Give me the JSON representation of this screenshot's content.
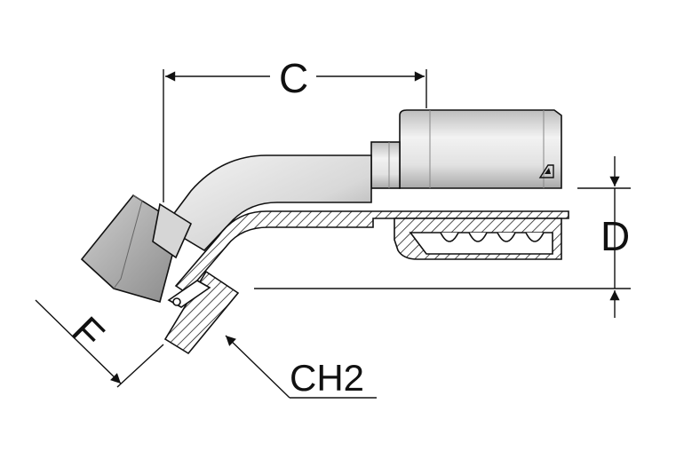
{
  "labels": {
    "c": "C",
    "d": "D",
    "f": "F",
    "ch2": "CH2"
  },
  "colors": {
    "line": "#111111",
    "metal_light": "#e6e6e6",
    "metal_mid": "#c4c4c4",
    "metal_dark": "#8c8c8c",
    "section_fill": "#ffffff",
    "hatch": "#222222"
  },
  "icons": {
    "manufacturer_mark": "triangle-logo-icon"
  }
}
